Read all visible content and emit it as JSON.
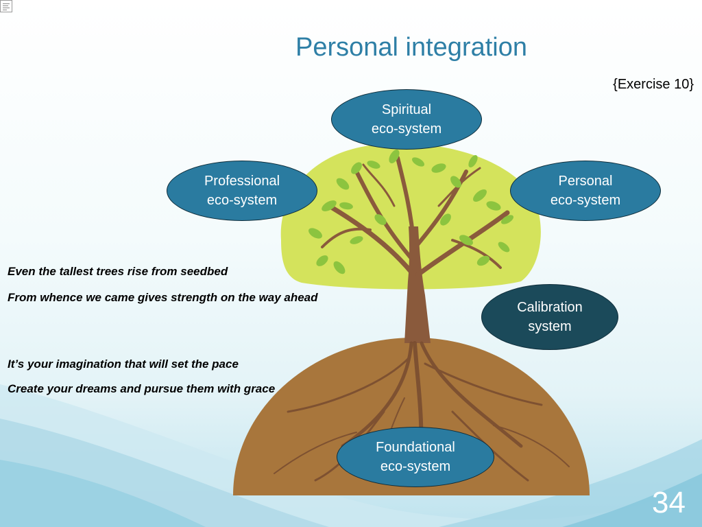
{
  "slide": {
    "title": "Personal integration",
    "exercise_label": "{Exercise 10}",
    "page_number": "34"
  },
  "bubbles": {
    "spiritual": "Spiritual\neco-system",
    "professional": "Professional\neco-system",
    "personal": "Personal\neco-system",
    "calibration": "Calibration\nsystem",
    "foundational": "Foundational\neco-system"
  },
  "quotes": [
    "Even the tallest trees rise from seedbed",
    "From whence we came gives strength on the way ahead",
    "It’s your imagination that will set the pace",
    "Create your dreams and pursue them with grace"
  ],
  "colors": {
    "title": "#2e7fa6",
    "bubble": "#2a7ba0",
    "bubble_dark": "#1b4a5a",
    "canopy": "#d4e35c",
    "soil": "#a8763c",
    "trunk": "#8a5a3c",
    "leaf": "#8cc43f"
  }
}
